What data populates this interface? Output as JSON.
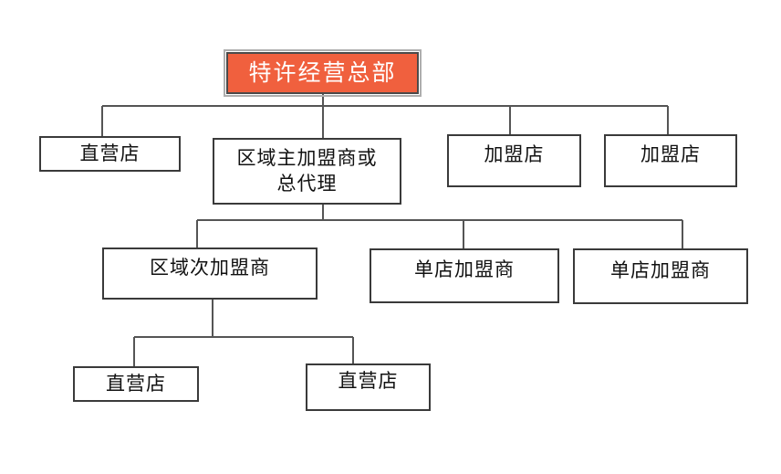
{
  "diagram": {
    "type": "org-chart",
    "nodes": [
      {
        "label": "特许经营总部",
        "level": 1,
        "parent": null,
        "highlighted": true
      },
      {
        "label": "直营店",
        "level": 2,
        "parent": 0
      },
      {
        "label": "区域主加盟商或\n总代理",
        "level": 2,
        "parent": 0
      },
      {
        "label": "加盟店",
        "level": 2,
        "parent": 0
      },
      {
        "label": "加盟店",
        "level": 2,
        "parent": 0
      },
      {
        "label": "区域次加盟商",
        "level": 3,
        "parent": 2
      },
      {
        "label": "单店加盟商",
        "level": 3,
        "parent": 2
      },
      {
        "label": "单店加盟商",
        "level": 3,
        "parent": 2
      },
      {
        "label": "直营店",
        "level": 4,
        "parent": 5
      },
      {
        "label": "直营店",
        "level": 4,
        "parent": 5
      }
    ],
    "colors": {
      "highlight_fill": "#f0603e",
      "highlight_text": "#ffffff",
      "node_fill": "#ffffff",
      "node_border": "#3a3a3a",
      "connector": "#555555",
      "background": "#ffffff"
    }
  }
}
